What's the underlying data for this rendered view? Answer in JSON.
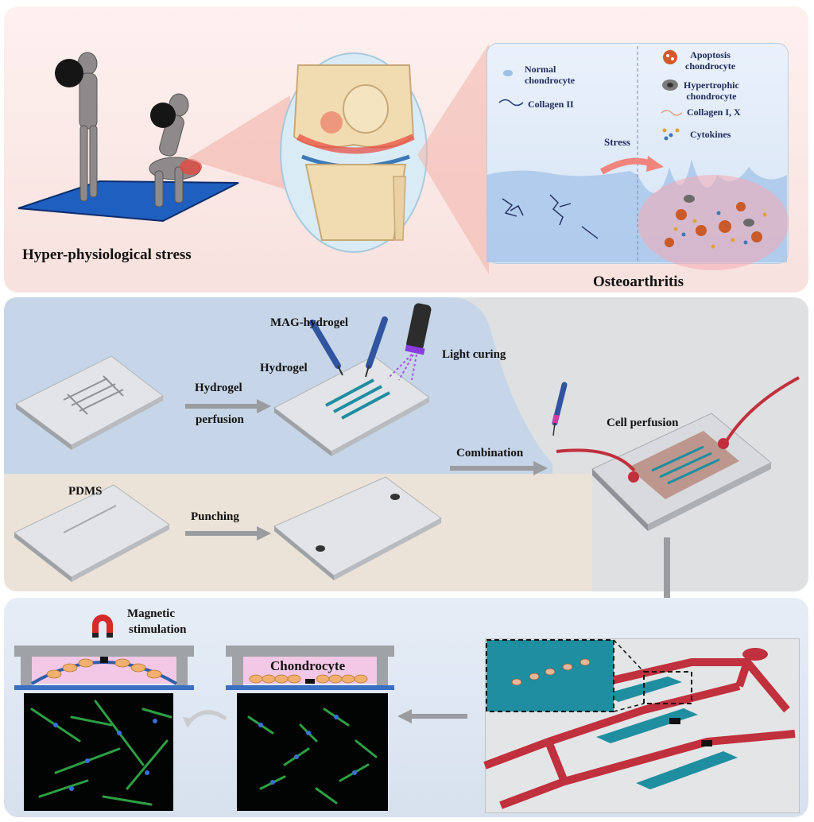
{
  "panel_top": {
    "left_caption": "Hyper-physiological stress",
    "right_caption": "Osteoarthritis",
    "legend": {
      "normal_chondrocyte": "Normal\nchondrocyte",
      "collagen_ii": "Collagen II",
      "apoptosis": "Apoptosis\nchondrocyte",
      "hypertrophic": "Hypertrophic\nchondrocyte",
      "collagen_ix": "Collagen I, X",
      "cytokines": "Cytokines",
      "stress": "Stress"
    }
  },
  "panel_middle": {
    "mag_hydrogel": "MAG-hydrogel",
    "hydrogel": "Hydrogel",
    "light_curing": "Light curing",
    "hydrogel_perfusion_1": "Hydrogel",
    "hydrogel_perfusion_2": "perfusion",
    "cell_perfusion": "Cell perfusion",
    "combination": "Combination",
    "pdms": "PDMS",
    "punching": "Punching"
  },
  "panel_bottom": {
    "magnetic_1": "Magnetic",
    "magnetic_2": "stimulation",
    "chondrocyte": "Chondrocyte"
  },
  "colors": {
    "top_bg": "#fbe9e7",
    "middle_blue": "#c9d7e8",
    "middle_tan": "#efe6dc",
    "bottom_bg": "#dfe7f2",
    "channel_red": "#c0303d",
    "channel_teal": "#1f8ea0"
  }
}
